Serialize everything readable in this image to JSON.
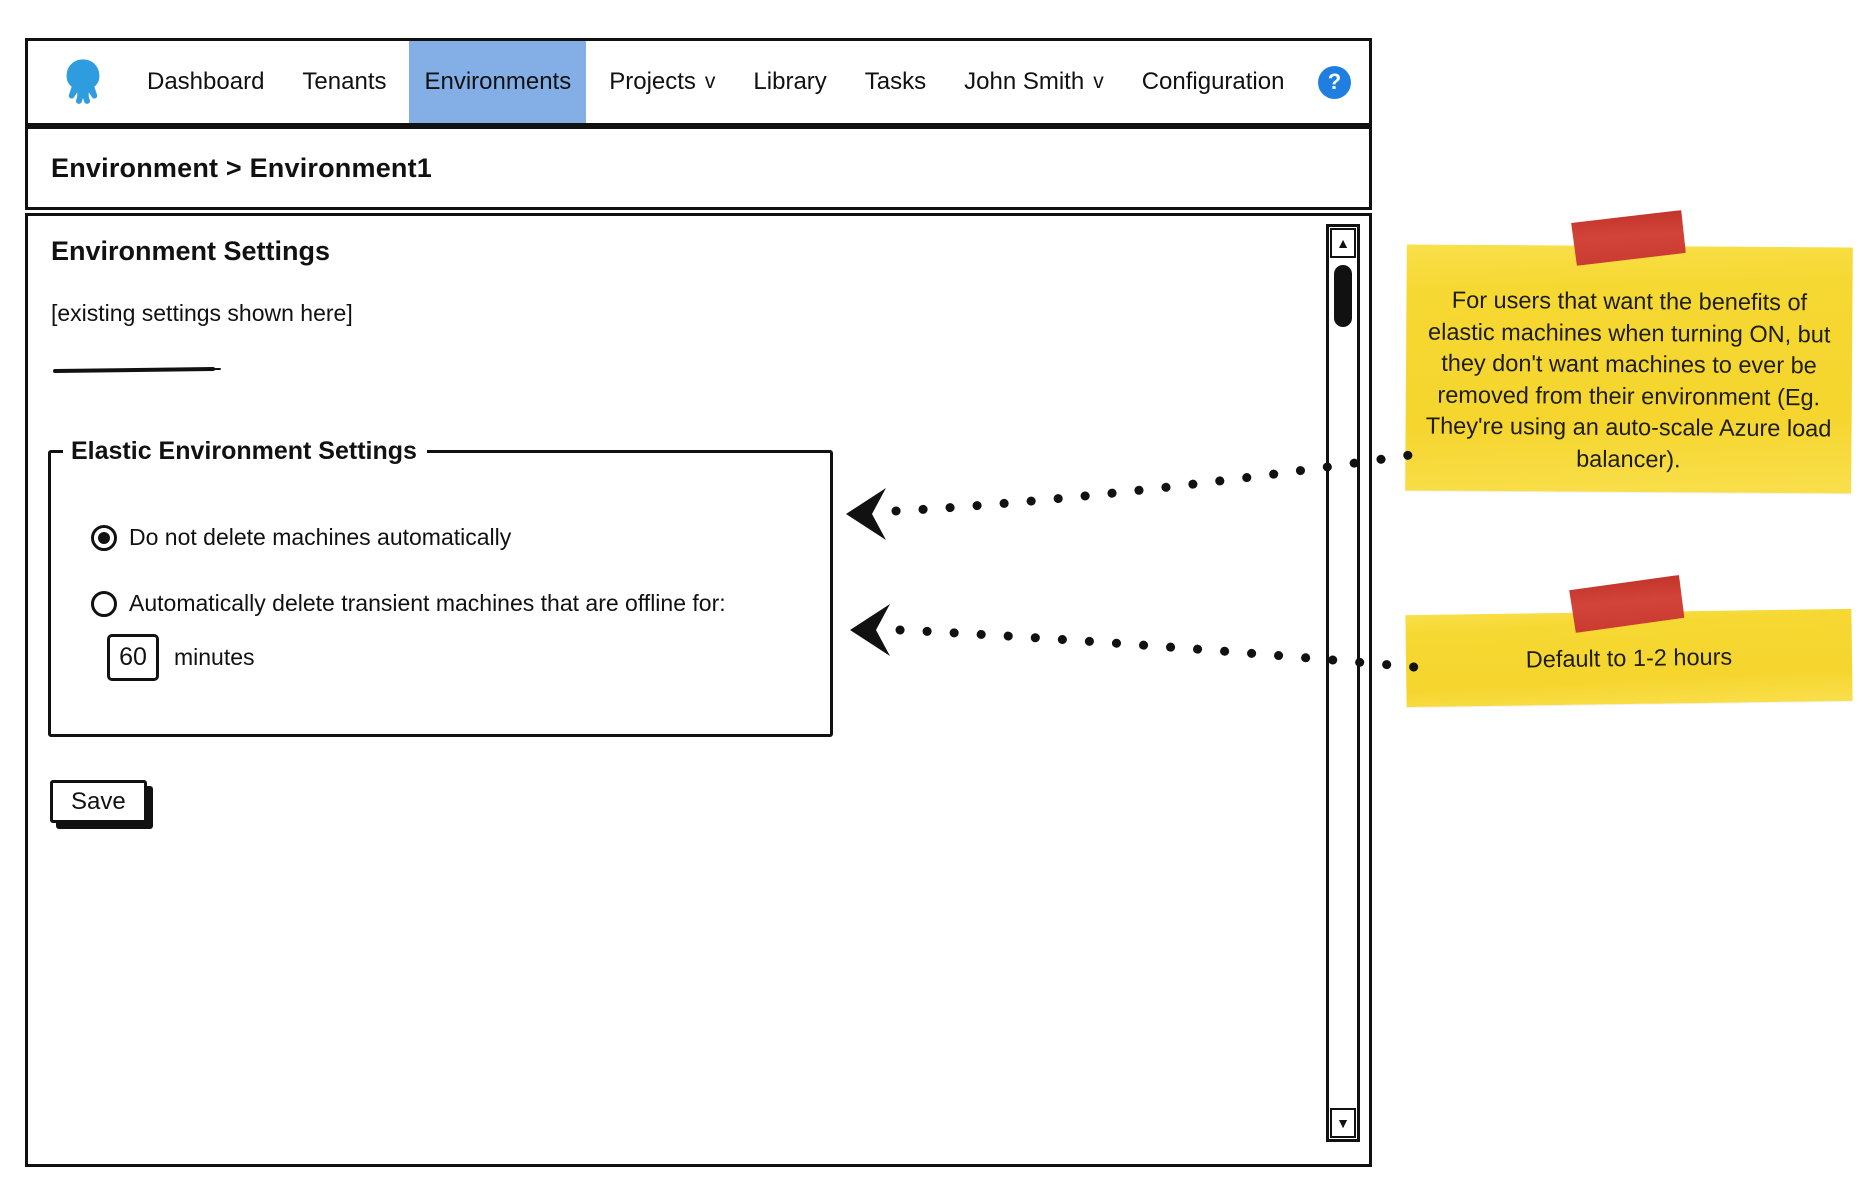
{
  "nav": {
    "items": [
      {
        "label": "Dashboard"
      },
      {
        "label": "Tenants"
      },
      {
        "label": "Environments",
        "active": true
      },
      {
        "label": "Projects",
        "caret": "v"
      },
      {
        "label": "Library"
      },
      {
        "label": "Tasks"
      },
      {
        "label": "John Smith",
        "caret": "v"
      },
      {
        "label": "Configuration"
      }
    ],
    "logo_icon": "octopus-logo",
    "help_glyph": "?"
  },
  "breadcrumb": {
    "text": "Environment > Environment1"
  },
  "main": {
    "title": "Environment Settings",
    "placeholder_note": "[existing settings shown here]",
    "fieldset": {
      "legend": "Elastic Environment Settings",
      "options": [
        {
          "label": "Do not delete machines automatically",
          "selected": true
        },
        {
          "label": "Automatically delete transient machines that are offline for:",
          "selected": false
        }
      ],
      "minutes_value": "60",
      "minutes_label": "minutes"
    },
    "save_label": "Save"
  },
  "scrollbar": {
    "up_glyph": "▲",
    "down_glyph": "▼"
  },
  "annotations": {
    "notes": [
      {
        "text": "For users that want the benefits of elastic machines when turning ON, but they don't want machines to ever be removed from their environment (Eg. They're using an auto-scale Azure load balancer)."
      },
      {
        "text": "Default to 1-2 hours"
      }
    ]
  },
  "colors": {
    "nav_active_bg": "#84AEE6",
    "logo_blue": "#2E9CDF",
    "help_blue": "#1E7FE0",
    "note_yellow": "#F6D832",
    "tape_red": "#CE3B32"
  }
}
